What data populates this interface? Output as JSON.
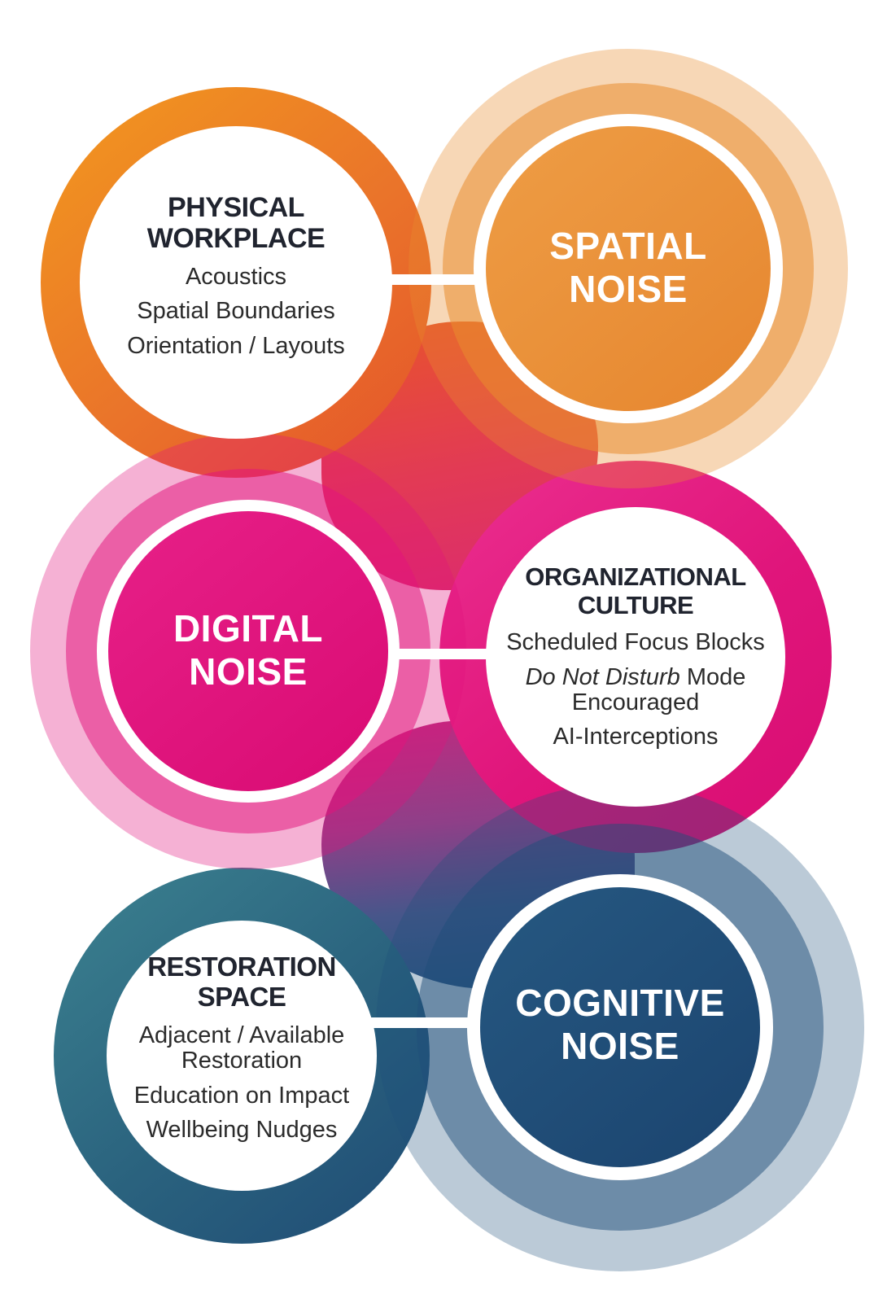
{
  "palette": {
    "orange": "#E8913B",
    "orange_deep": "#E4532B",
    "magenta": "#E2137D",
    "teal": "#2E6F82",
    "navy": "#1F4E79",
    "steel": "#8FA6BC",
    "title_text": "#20242F",
    "body_text": "#2B2B2B",
    "connector": "#FFFFFF",
    "background": "#FFFFFF"
  },
  "circles": {
    "physical_workplace": {
      "title": "PHYSICAL WORKPLACE",
      "items": [
        [
          {
            "text": "Acoustics"
          }
        ],
        [
          {
            "text": "Spatial Boundaries"
          }
        ],
        [
          {
            "text": "Orientation / Layouts"
          }
        ]
      ]
    },
    "spatial_noise": {
      "title": "SPATIAL NOISE"
    },
    "digital_noise": {
      "title": "DIGITAL NOISE"
    },
    "organizational_culture": {
      "title": "ORGANIZATIONAL CULTURE",
      "items": [
        [
          {
            "text": "Scheduled Focus Blocks"
          }
        ],
        [
          {
            "text": "Do Not Disturb",
            "italic": true
          },
          {
            "text": " Mode Encouraged"
          }
        ],
        [
          {
            "text": "AI-Interceptions"
          }
        ]
      ]
    },
    "restoration_space": {
      "title": "RESTORATION SPACE",
      "items": [
        [
          {
            "text": "Adjacent / Available Restoration"
          }
        ],
        [
          {
            "text": "Education on Impact"
          }
        ],
        [
          {
            "text": "Wellbeing Nudges"
          }
        ]
      ]
    },
    "cognitive_noise": {
      "title": "COGNITIVE NOISE"
    }
  }
}
